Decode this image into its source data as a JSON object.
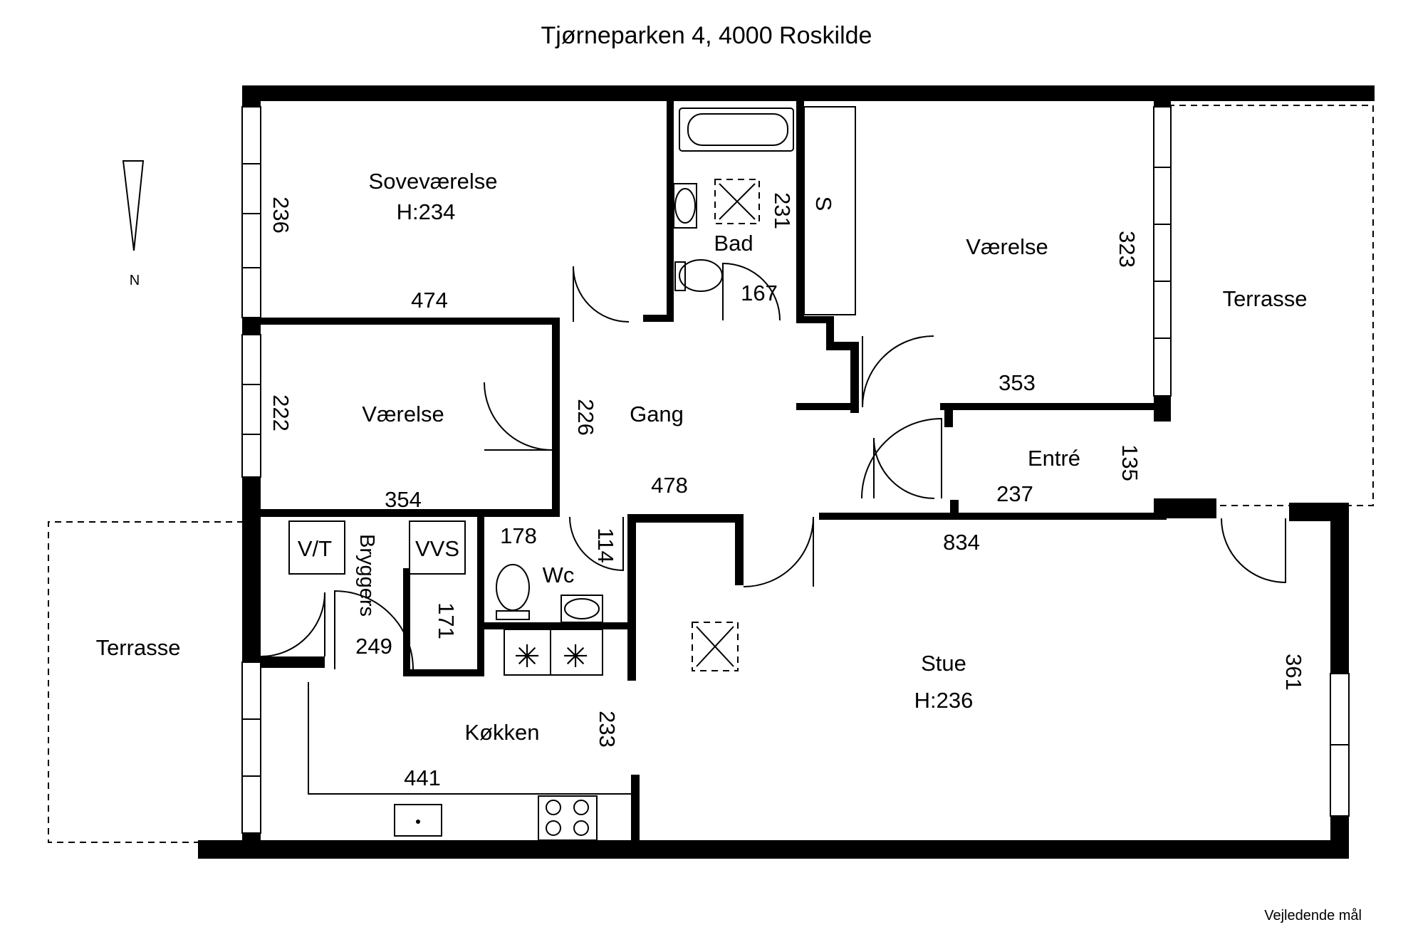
{
  "title": "Tjørneparken 4, 4000 Roskilde",
  "footer": "Vejledende mål",
  "compass": {
    "label": "N"
  },
  "rooms": [
    {
      "id": "sovevaerelse",
      "name": "Soveværelse",
      "height": "H:234"
    },
    {
      "id": "bad",
      "name": "Bad"
    },
    {
      "id": "skab",
      "name": "S"
    },
    {
      "id": "vaerelse-east",
      "name": "Værelse"
    },
    {
      "id": "terrasse-east",
      "name": "Terrasse"
    },
    {
      "id": "vaerelse-west",
      "name": "Værelse"
    },
    {
      "id": "gang",
      "name": "Gang"
    },
    {
      "id": "entre",
      "name": "Entré"
    },
    {
      "id": "bryggers",
      "name": "Bryggers"
    },
    {
      "id": "wc",
      "name": "Wc"
    },
    {
      "id": "terrasse-west",
      "name": "Terrasse"
    },
    {
      "id": "kokken",
      "name": "Køkken"
    },
    {
      "id": "stue",
      "name": "Stue",
      "height": "H:236"
    }
  ],
  "fixtures": {
    "vt": "V/T",
    "vvs": "VVS"
  },
  "dimensions": [
    "236",
    "474",
    "231",
    "167",
    "323",
    "353",
    "222",
    "226",
    "354",
    "478",
    "237",
    "135",
    "834",
    "178",
    "114",
    "171",
    "249",
    "233",
    "441",
    "361"
  ]
}
